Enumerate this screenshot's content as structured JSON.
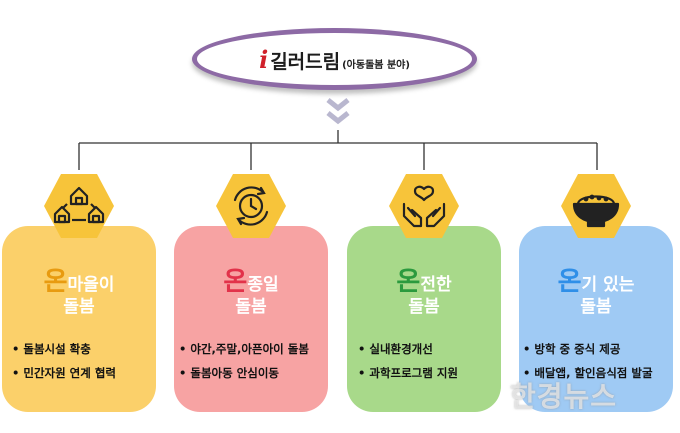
{
  "title": {
    "logo_letter": "i",
    "main": "길러드림",
    "sub": "(아동돌봄 분야)"
  },
  "colors": {
    "ellipse_border": "#8d6aa5",
    "hexagon": "#f7c43a",
    "card1": "#fbd06a",
    "card2": "#f7a3a3",
    "card3": "#a8d98a",
    "card4": "#9fcaf4",
    "on1": "#e89b10",
    "on2": "#e2324a",
    "on3": "#2b9a3e",
    "on4": "#2f8fe8"
  },
  "cards": [
    {
      "icon": "houses-network-icon",
      "on": "온",
      "head_rest": "마을이",
      "line2": "돌봄",
      "bullets": [
        "돌봄시설 확충",
        "민간자원 연계 협력"
      ]
    },
    {
      "icon": "clock-cycle-icon",
      "on": "온",
      "head_rest": "종일",
      "line2": "돌봄",
      "bullets": [
        "야간,주말,아픈아이 돌봄",
        "돌봄아동 안심이동"
      ]
    },
    {
      "icon": "hands-heart-icon",
      "on": "온",
      "head_rest": "전한",
      "line2": "돌봄",
      "bullets": [
        "실내환경개선",
        "과학프로그램 지원"
      ]
    },
    {
      "icon": "rice-bowl-icon",
      "on": "온",
      "head_rest": "기 있는",
      "line2": "돌봄",
      "bullets": [
        "방학 중 중식 제공",
        "배달앱, 할인음식점 발굴"
      ]
    }
  ],
  "watermark": "한경뉴스"
}
